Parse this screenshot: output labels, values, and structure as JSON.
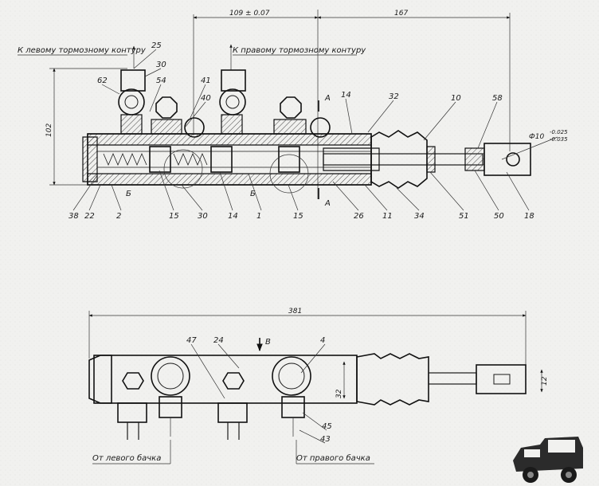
{
  "captions": {
    "left_circuit": "К левому тормозному контуру",
    "right_circuit": "К правому тормозному контуру",
    "from_left_tank": "От левого бачка",
    "from_right_tank": "От правого бачка"
  },
  "dimensions": {
    "d1": "109 ± 0.07",
    "d2": "167",
    "d3": "102",
    "d4": "381",
    "d5": "32",
    "d6": "12",
    "d7": "Ф10"
  },
  "tolerance": {
    "upper": "-0.025",
    "lower": "-0.035"
  },
  "section_marks": {
    "a_top": "A",
    "a_bottom": "A",
    "b_left": "Б",
    "b_right": "Б",
    "v": "В"
  },
  "top_callouts": [
    {
      "label": "25"
    },
    {
      "label": "30"
    },
    {
      "label": "62"
    },
    {
      "label": "54"
    },
    {
      "label": "41"
    },
    {
      "label": "40"
    },
    {
      "label": "14"
    },
    {
      "label": "32"
    },
    {
      "label": "10"
    },
    {
      "label": "58"
    },
    {
      "label": "38"
    },
    {
      "label": "22"
    },
    {
      "label": "2"
    },
    {
      "label": "15"
    },
    {
      "label": "30"
    },
    {
      "label": "14"
    },
    {
      "label": "1"
    },
    {
      "label": "15"
    },
    {
      "label": "26"
    },
    {
      "label": "11"
    },
    {
      "label": "34"
    },
    {
      "label": "51"
    },
    {
      "label": "50"
    },
    {
      "label": "18"
    }
  ],
  "bottom_callouts": [
    {
      "label": "47"
    },
    {
      "label": "24"
    },
    {
      "label": "4"
    },
    {
      "label": "45"
    },
    {
      "label": "43"
    }
  ],
  "truck_icon": "truck-icon"
}
